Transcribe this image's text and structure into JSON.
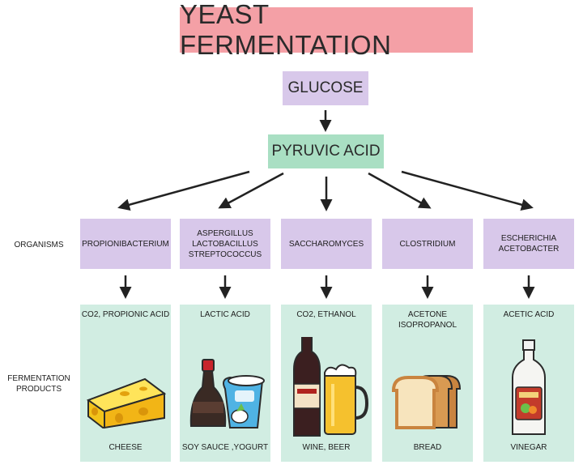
{
  "title": "YEAST FERMENTATION",
  "glucose": "GLUCOSE",
  "pyruvic_acid": "PYRUVIC ACID",
  "row_labels": {
    "organisms": "ORGANISMS",
    "fermentation_products": "FERMENTATION\nPRODUCTS"
  },
  "columns": [
    {
      "organism": "PROPIONIBACTERIUM",
      "product": "CO2, PROPIONIC ACID",
      "food": "CHEESE",
      "icon": "cheese-icon"
    },
    {
      "organism": "ASPERGILLUS\nLACTOBACILLUS\nSTREPTOCOCCUS",
      "product": "LACTIC ACID",
      "food": "SOY SAUCE ,YOGURT",
      "icon": "soy-sauce-yogurt-icon"
    },
    {
      "organism": "SACCHAROMYCES",
      "product": "CO2, ETHANOL",
      "food": "WINE, BEER",
      "icon": "wine-beer-icon"
    },
    {
      "organism": "CLOSTRIDIUM",
      "product": "ACETONE\nISOPROPANOL",
      "food": "BREAD",
      "icon": "bread-icon"
    },
    {
      "organism": "ESCHERICHIA\nACETOBACTER",
      "product": "ACETIC ACID",
      "food": "VINEGAR",
      "icon": "vinegar-icon"
    }
  ],
  "colors": {
    "title_bg": "#f4a0a6",
    "lavender": "#d8c8ea",
    "mint": "#a9dfc3",
    "product_bg": "#d1ede2"
  }
}
